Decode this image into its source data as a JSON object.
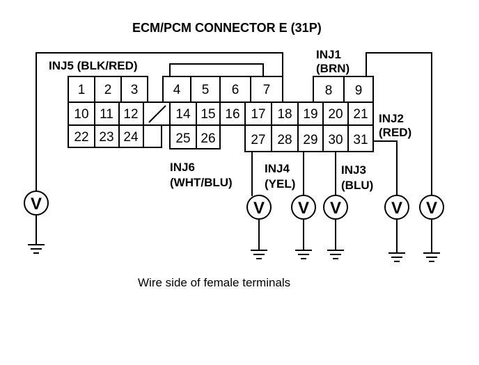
{
  "title": "ECM/PCM CONNECTOR E (31P)",
  "caption": "Wire side of female terminals",
  "connector": {
    "pins": [
      "1",
      "2",
      "3",
      "4",
      "5",
      "6",
      "7",
      "8",
      "9",
      "10",
      "11",
      "12",
      "14",
      "15",
      "16",
      "17",
      "18",
      "19",
      "20",
      "21",
      "22",
      "23",
      "24",
      "25",
      "26",
      "27",
      "28",
      "29",
      "30",
      "31"
    ]
  },
  "injectors": [
    {
      "name": "INJ5",
      "wire": "(BLK/RED)",
      "label": "INJ5 (BLK/RED)"
    },
    {
      "name": "INJ1",
      "wire": "(BRN)"
    },
    {
      "name": "INJ2",
      "wire": "(RED)"
    },
    {
      "name": "INJ6",
      "wire": "(WHT/BLU)"
    },
    {
      "name": "INJ4",
      "wire": "(YEL)"
    },
    {
      "name": "INJ3",
      "wire": "(BLU)"
    }
  ],
  "meter_symbol": "V"
}
